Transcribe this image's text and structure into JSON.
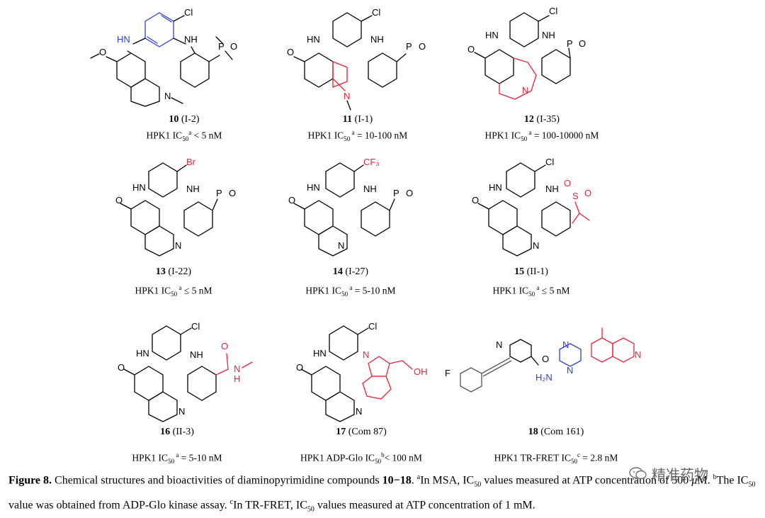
{
  "compounds": [
    {
      "id": "10",
      "ref": "(I-2)",
      "activity_pre": "HPK1 IC",
      "sub": "50",
      "sup": "a",
      "activity_post": " < 5 nM",
      "substituent": "Cl"
    },
    {
      "id": "11",
      "ref": "(I-1)",
      "activity_pre": "HPK1 IC",
      "sub": "50",
      "sup": " a",
      "activity_post": " = 10-100 nM",
      "substituent": "Cl"
    },
    {
      "id": "12",
      "ref": "(I-35)",
      "activity_pre": "HPK1 IC",
      "sub": "50",
      "sup": " a",
      "activity_post": " = 100-10000 nM",
      "substituent": "Cl"
    },
    {
      "id": "13",
      "ref": "(I-22)",
      "activity_pre": "HPK1 IC",
      "sub": "50",
      "sup": " a",
      "activity_post": " ≤ 5 nM",
      "substituent": "Br"
    },
    {
      "id": "14",
      "ref": "(I-27)",
      "activity_pre": "HPK1 IC",
      "sub": "50",
      "sup": " a",
      "activity_post": " = 5-10 nM",
      "substituent": "CF3"
    },
    {
      "id": "15",
      "ref": "(II-1)",
      "activity_pre": "HPK1 IC",
      "sub": "50",
      "sup": " a",
      "activity_post": " ≤ 5 nM",
      "substituent": "Cl"
    },
    {
      "id": "16",
      "ref": "(II-3)",
      "activity_pre": "HPK1 IC",
      "sub": "50",
      "sup": " a",
      "activity_post": " = 5-10 nM",
      "substituent": "Cl"
    },
    {
      "id": "17",
      "ref": "(Com 87)",
      "activity_pre": "HPK1 ADP-Glo IC",
      "sub": "50",
      "sup": "b",
      "activity_post": "< 100 nM",
      "substituent": "Cl"
    },
    {
      "id": "18",
      "ref": "(Com 161)",
      "activity_pre": "HPK1 TR-FRET IC",
      "sub": "50",
      "sup": "c",
      "activity_post": " = 2.8 nM",
      "substituent": ""
    }
  ],
  "atom_labels": {
    "nh": "NH",
    "hn": "HN",
    "n": "N",
    "o": "O",
    "p": "P",
    "s": "S",
    "oh": "OH",
    "h": "H",
    "f": "F",
    "h2n": "H₂N",
    "br": "Br",
    "cf3": "CF₃",
    "cl": "Cl"
  },
  "caption": {
    "figure_label": "Figure 8.",
    "text_1": " Chemical structures and bioactivities of diaminopyrimidine compounds ",
    "range": "10−18",
    "text_2": ". ",
    "note_a_mark": "a",
    "note_a_1": "In MSA, IC",
    "note_a_sub": "50",
    "note_a_2": " values measured at ATP concentration of 500 ",
    "unit": "μ",
    "note_a_3": "M. ",
    "note_b_mark": "b",
    "note_b_1": "The IC",
    "note_b_sub": "50",
    "note_b_2": " value was obtained from ADP-Glo kinase assay. ",
    "note_c_mark": "c",
    "note_c_1": "In TR-FRET, IC",
    "note_c_sub": "50",
    "note_c_2": " values measured at ATP concentration of 1 mM."
  },
  "watermark": {
    "text": "精准药物",
    "icon": "wechat-icon"
  }
}
